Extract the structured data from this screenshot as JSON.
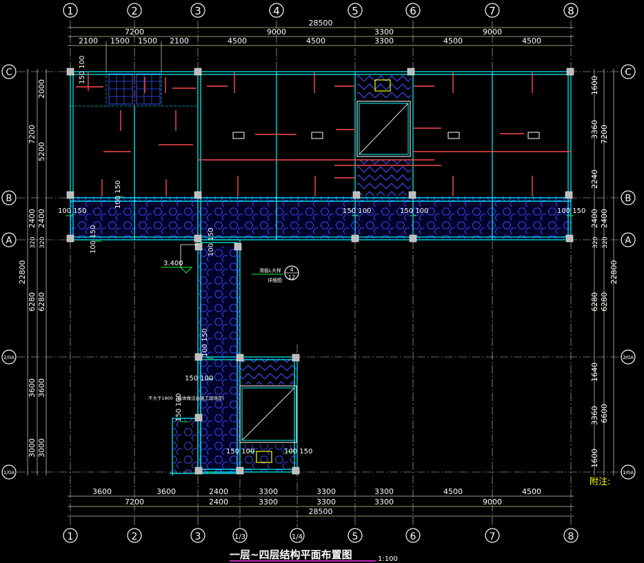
{
  "title": "一层~四层结构平面布置图",
  "scale": "1:100",
  "note": "附注:",
  "grid_top": [
    "1",
    "2",
    "3",
    "4",
    "5",
    "6",
    "7",
    "8"
  ],
  "grid_bottom": [
    "1",
    "2",
    "3",
    "1/3",
    "1/4",
    "5",
    "6",
    "7",
    "8"
  ],
  "grid_rows": [
    "C",
    "B",
    "A",
    "2/0A",
    "1/0A"
  ],
  "dims_top": {
    "total": "28500",
    "major": [
      "7200",
      "9000",
      "3300",
      "9000"
    ],
    "minor": [
      "2100",
      "1500",
      "1500",
      "2100",
      "4500",
      "4500",
      "3300",
      "4500",
      "4500"
    ]
  },
  "dims_bottom": {
    "minor": [
      "3600",
      "3600",
      "2400",
      "3300",
      "3300",
      "3300",
      "4500",
      "4500"
    ],
    "major": [
      "7200",
      "2400",
      "3300",
      "3300",
      "3300",
      "9000"
    ],
    "total": "28500"
  },
  "dims_left": {
    "inner": [
      "2000",
      "5200",
      "2400",
      "320",
      "6280",
      "3600",
      "3000"
    ],
    "outer": [
      "7200",
      "2400",
      "320",
      "6280",
      "3600",
      "3000"
    ],
    "total": "22800"
  },
  "dims_right": {
    "inner": [
      "1600",
      "3360",
      "2240",
      "2400",
      "320",
      "6280",
      "1640",
      "3360",
      "1600"
    ],
    "outer": [
      "7200",
      "2400",
      "320",
      "6280",
      "6600"
    ],
    "total": "22800"
  },
  "annotations": {
    "slab_labels": [
      "150 100",
      "100 150",
      "100 150",
      "100 150",
      "150 100",
      "150 100",
      "100 150",
      "100 150",
      "100 150",
      "150 100",
      "150 100",
      "150 100",
      "100 150"
    ],
    "elevation": "3.400",
    "callout_top": "4",
    "callout_bottom": "12",
    "detail_text_1": "滑板L大样",
    "detail_text_2": "详细图",
    "small_note": "不大于1800（具体做法由施工现场定）"
  }
}
